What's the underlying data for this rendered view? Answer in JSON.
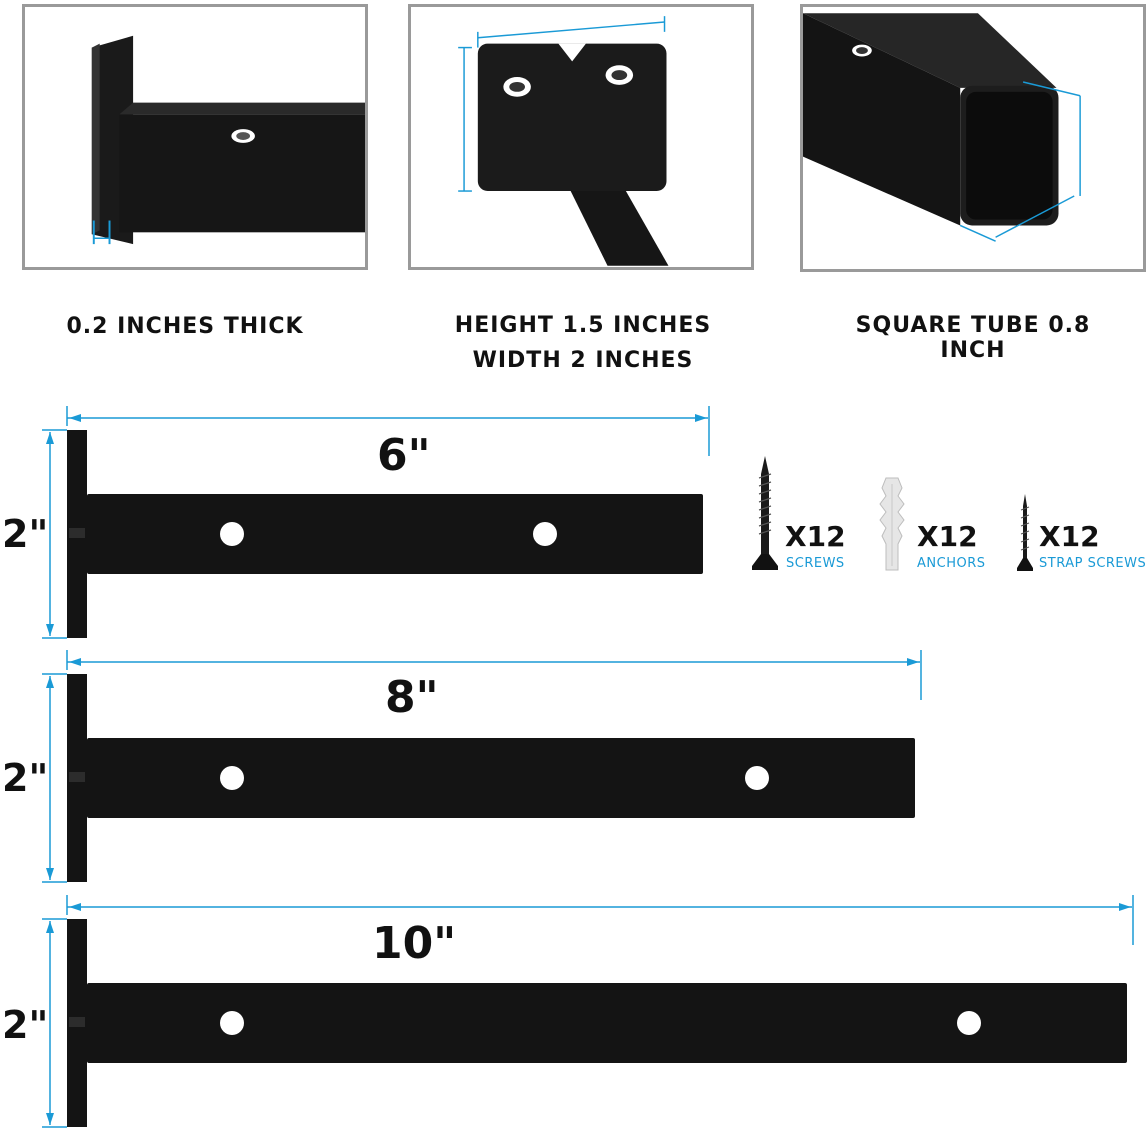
{
  "colors": {
    "metal": "#141414",
    "dimension": "#1a9ad6",
    "frame": "#9a9a9a",
    "hole": "#ffffff"
  },
  "details": [
    {
      "name": "thickness",
      "caption": "0.2 INCHES THICK"
    },
    {
      "name": "plate",
      "caption_line1": "HEIGHT 1.5 INCHES",
      "caption_line2": "WIDTH 2 INCHES"
    },
    {
      "name": "tube",
      "caption": "SQUARE TUBE 0.8 INCH"
    }
  ],
  "brackets": [
    {
      "length_label": "6\"",
      "height_label": "2\"",
      "length_in": 6,
      "height_in": 2
    },
    {
      "length_label": "8\"",
      "height_label": "2\"",
      "length_in": 8,
      "height_in": 2
    },
    {
      "length_label": "10\"",
      "height_label": "2\"",
      "length_in": 10,
      "height_in": 2
    }
  ],
  "accessories": [
    {
      "icon": "screw-icon",
      "quantity": "X12",
      "label": "SCREWS"
    },
    {
      "icon": "anchor-icon",
      "quantity": "X12",
      "label": "ANCHORS"
    },
    {
      "icon": "strap-screw-icon",
      "quantity": "X12",
      "label": "STRAP SCREWS"
    }
  ]
}
